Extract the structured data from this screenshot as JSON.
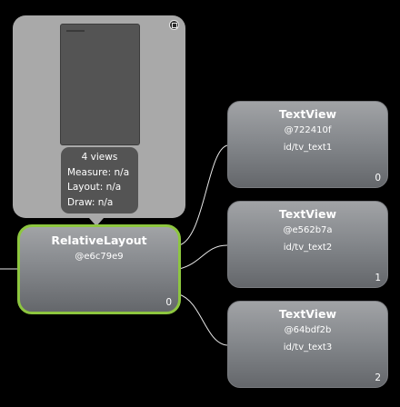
{
  "preview": {
    "view_count": "4 views",
    "measure": "Measure: n/a",
    "layout": "Layout: n/a",
    "draw": "Draw: n/a"
  },
  "nodes": [
    {
      "class_name": "RelativeLayout",
      "hash": "@e6c79e9",
      "id": "",
      "index": "0",
      "selected": true
    },
    {
      "class_name": "TextView",
      "hash": "@722410f",
      "id": "id/tv_text1",
      "index": "0",
      "selected": false
    },
    {
      "class_name": "TextView",
      "hash": "@e562b7a",
      "id": "id/tv_text2",
      "index": "1",
      "selected": false
    },
    {
      "class_name": "TextView",
      "hash": "@64bdf2b",
      "id": "id/tv_text3",
      "index": "2",
      "selected": false
    }
  ],
  "colors": {
    "selection_border": "#8dc63f",
    "panel": "#a9a9a9",
    "connector": "#e8e8e8",
    "background": "#000000"
  },
  "icons": {
    "close": "close-icon"
  }
}
